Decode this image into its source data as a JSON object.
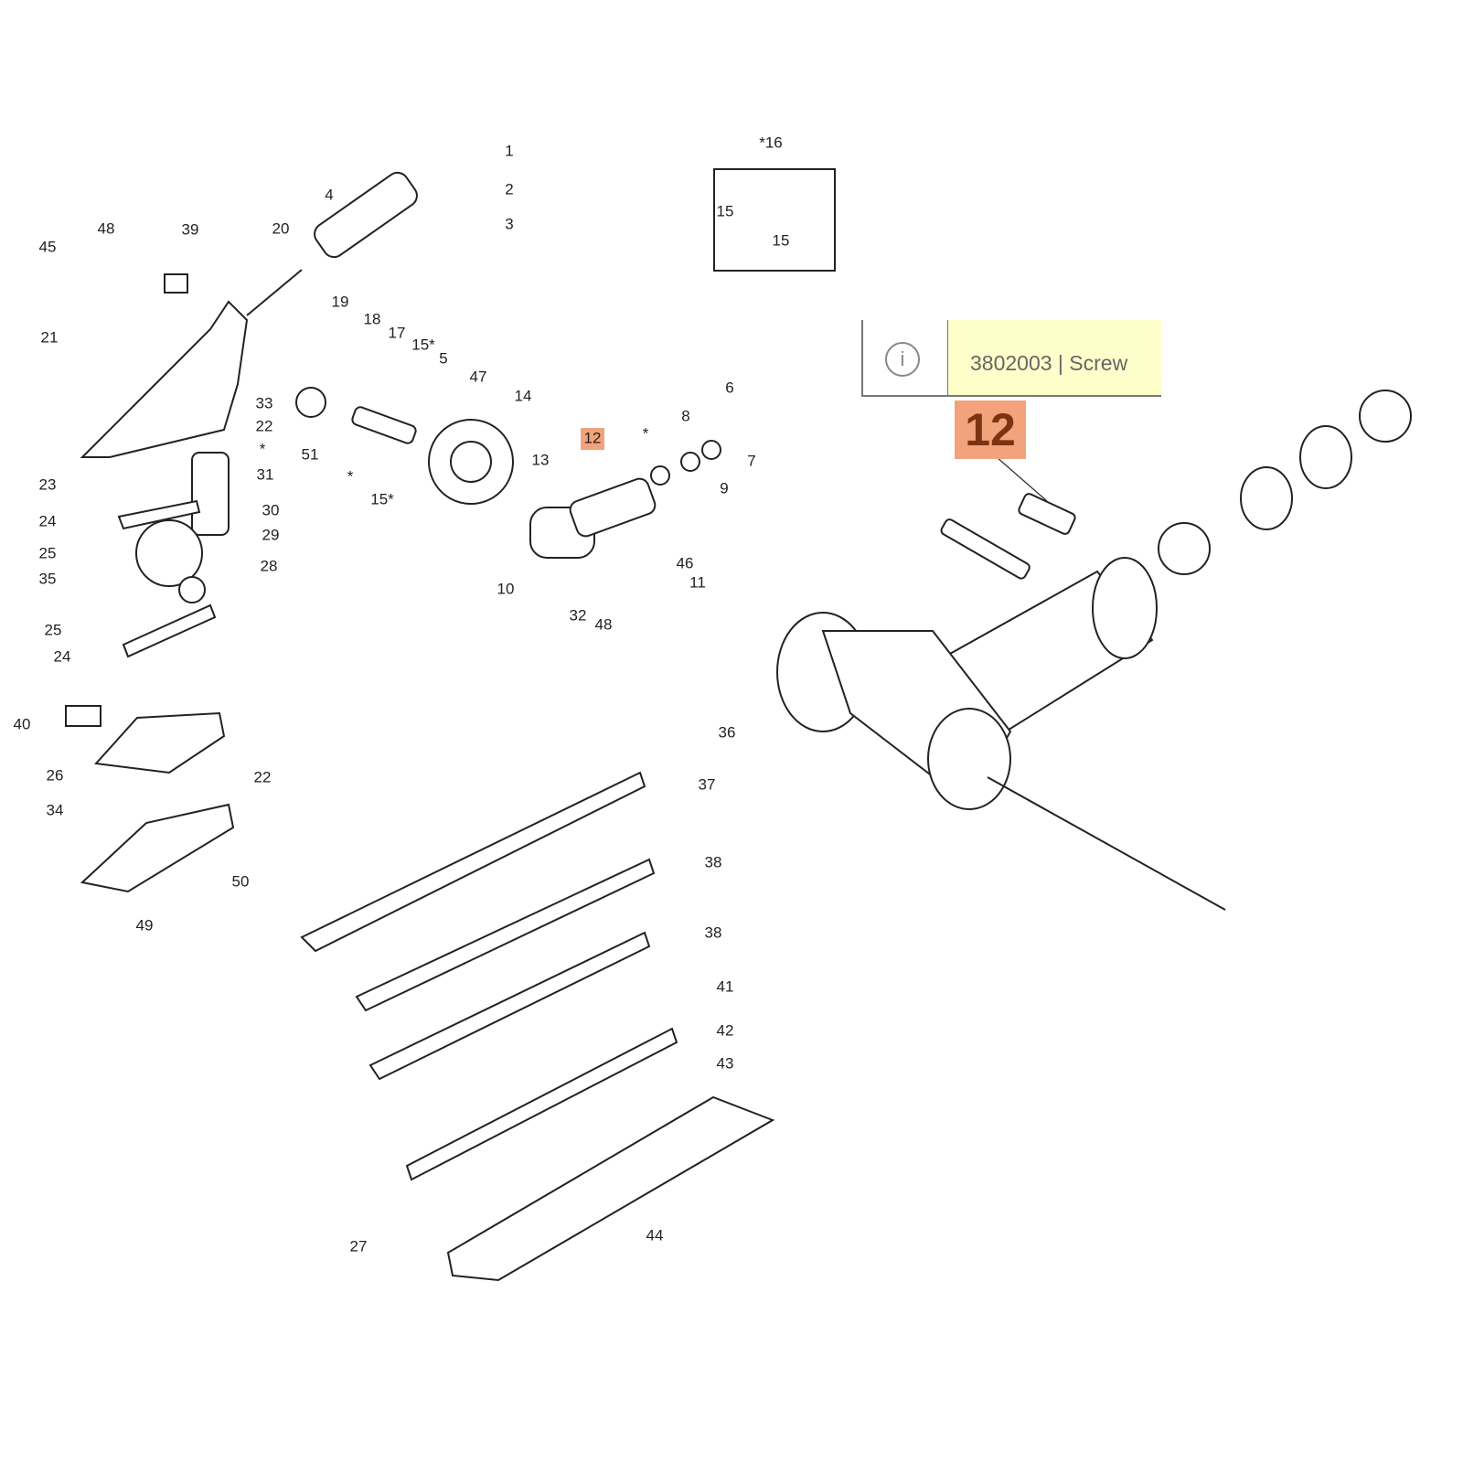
{
  "labels": [
    "1",
    "2",
    "3",
    "4",
    "*16",
    "15",
    "15",
    "45",
    "48",
    "39",
    "20",
    "21",
    "19",
    "18",
    "17",
    "15*",
    "5",
    "47",
    "14",
    "6",
    "8",
    "7",
    "9",
    "*",
    "12",
    "13",
    "33",
    "22",
    "*",
    "23",
    "31",
    "51",
    "*",
    "15*",
    "24",
    "30",
    "29",
    "25",
    "35",
    "28",
    "46",
    "11",
    "10",
    "32",
    "48",
    "25",
    "24",
    "40",
    "36",
    "26",
    "22",
    "37",
    "34",
    "38",
    "50",
    "49",
    "38",
    "41",
    "42",
    "43",
    "27",
    "44"
  ],
  "highlighted_label": "12",
  "tooltip": {
    "icon": "info-icon",
    "text": "3802003 | Screw",
    "symbol": "i"
  },
  "callout": {
    "label": "12"
  },
  "colors": {
    "highlight": "#f2a37c",
    "highlight_text": "#7a3410",
    "tooltip_bg": "#fefecb"
  }
}
